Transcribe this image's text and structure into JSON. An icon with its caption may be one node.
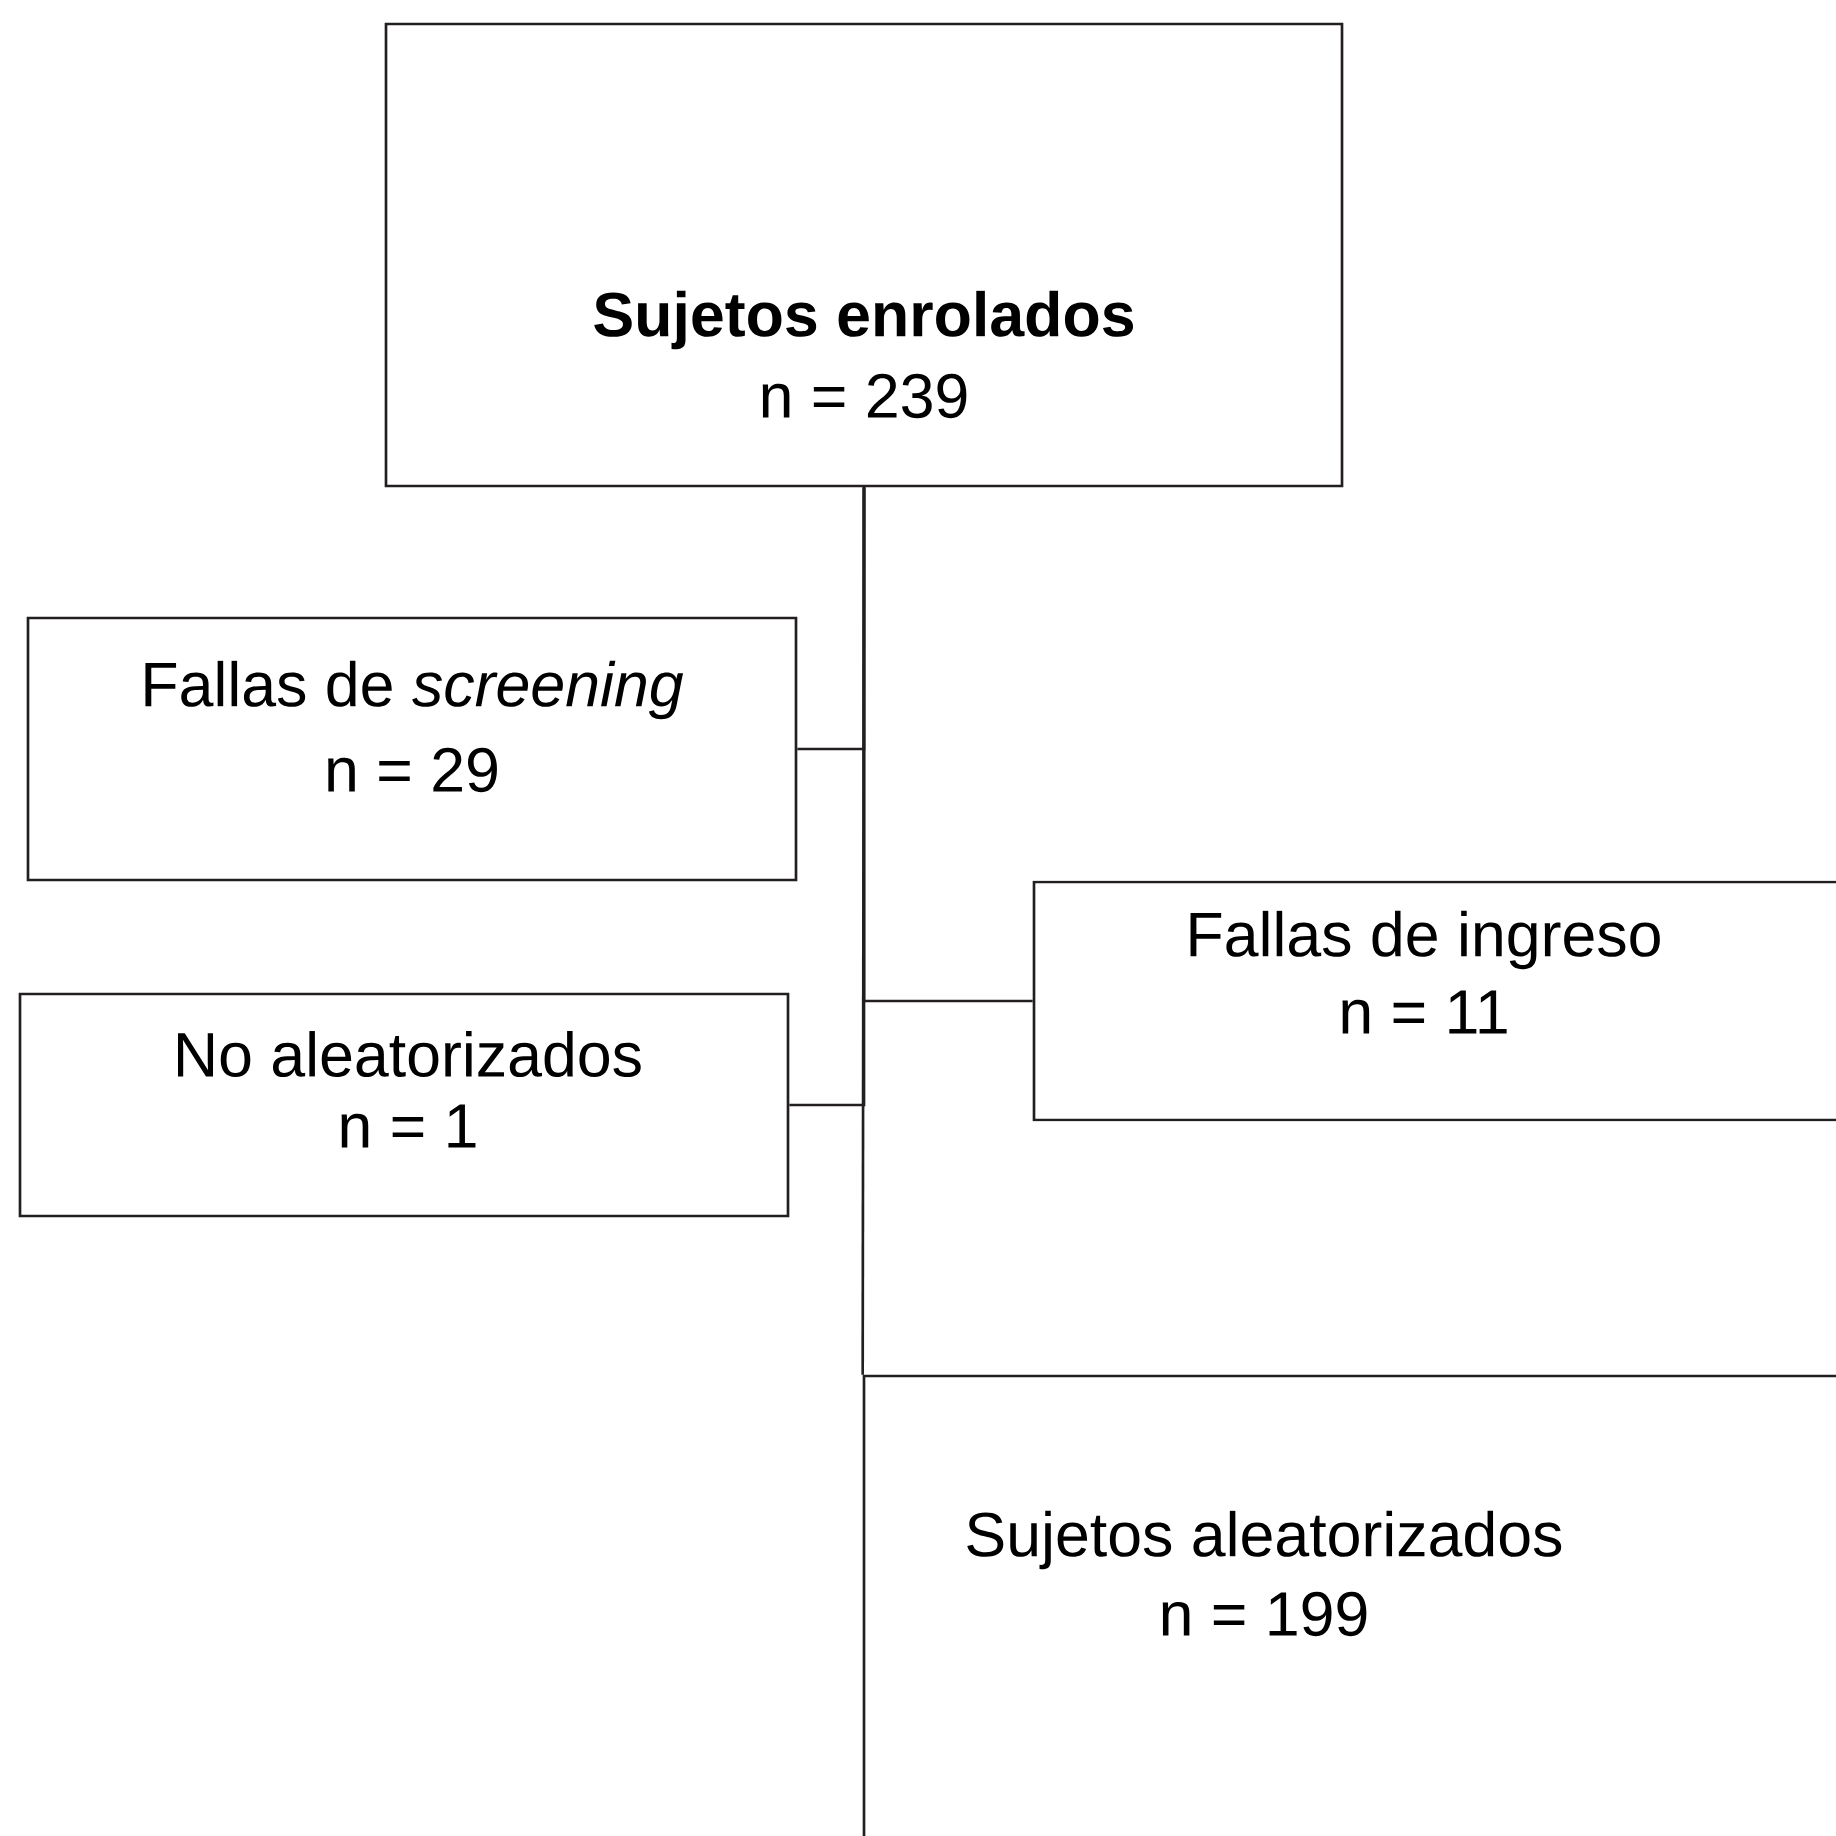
{
  "diagram": {
    "nodes": [
      {
        "text": [
          "Sujetos enrolados",
          "n = 239"
        ]
      },
      {
        "text": [
          "Fallas de *screening*",
          "n = 29"
        ]
      },
      {
        "text": [
          "Fallas de ingreso",
          "n = 11"
        ]
      },
      {
        "text": [
          "No aleatorizados",
          "n = 1"
        ]
      },
      {
        "text": [
          "Sujetos aleatorizados",
          "n = 199"
        ]
      }
    ],
    "edges": [
      {
        "from": 0,
        "to": 1,
        "arrow": "none"
      },
      {
        "from": 0,
        "to": 2,
        "arrow": "none"
      },
      {
        "from": 0,
        "to": 3,
        "arrow": "none"
      },
      {
        "from": 0,
        "to": 4,
        "arrow": "none"
      }
    ]
  }
}
